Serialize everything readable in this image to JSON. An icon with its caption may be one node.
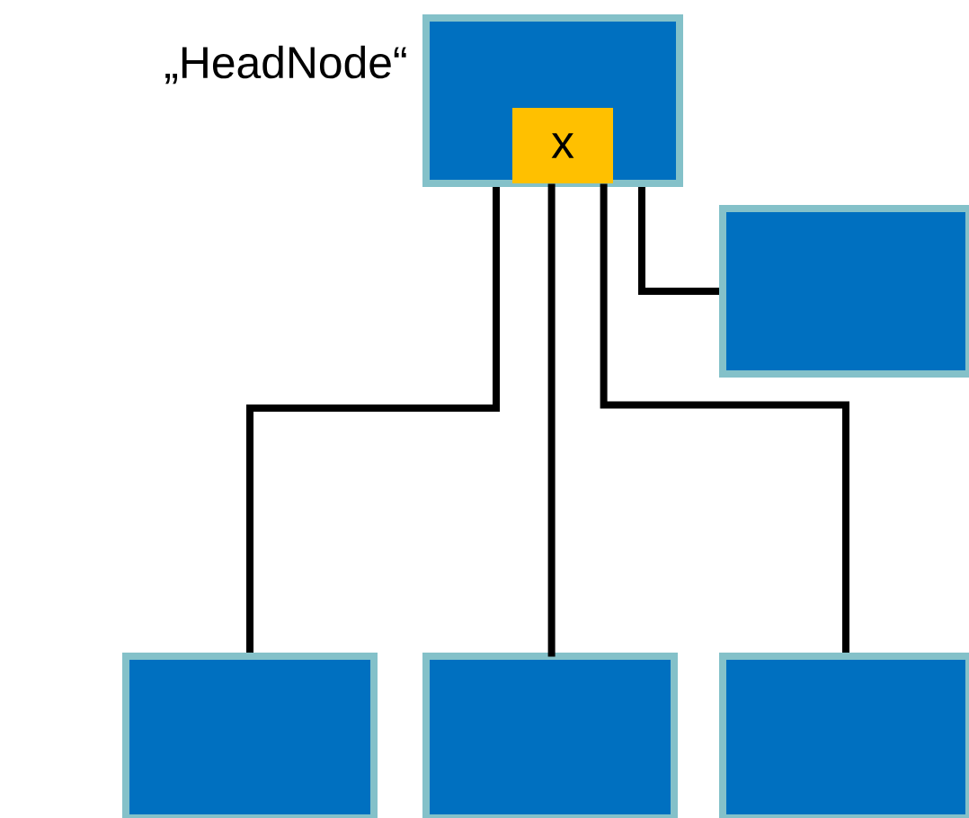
{
  "diagram": {
    "nodes": [
      {
        "text": [],
        "shape": "box",
        "beside": [
          "„HeadNode“"
        ]
      },
      {
        "text": [
          "x"
        ],
        "in": 0
      },
      {
        "text": [],
        "shape": "box"
      },
      {
        "text": [],
        "shape": "box"
      },
      {
        "text": [],
        "shape": "box"
      },
      {
        "text": [],
        "shape": "box"
      }
    ],
    "edges": [
      {
        "from": 0,
        "to": 3,
        "arrow": "none"
      },
      {
        "from": 1,
        "to": 4,
        "arrow": "none"
      },
      {
        "from": 1,
        "to": 5,
        "arrow": "none"
      },
      {
        "from": 0,
        "to": 2,
        "arrow": "none"
      }
    ]
  }
}
